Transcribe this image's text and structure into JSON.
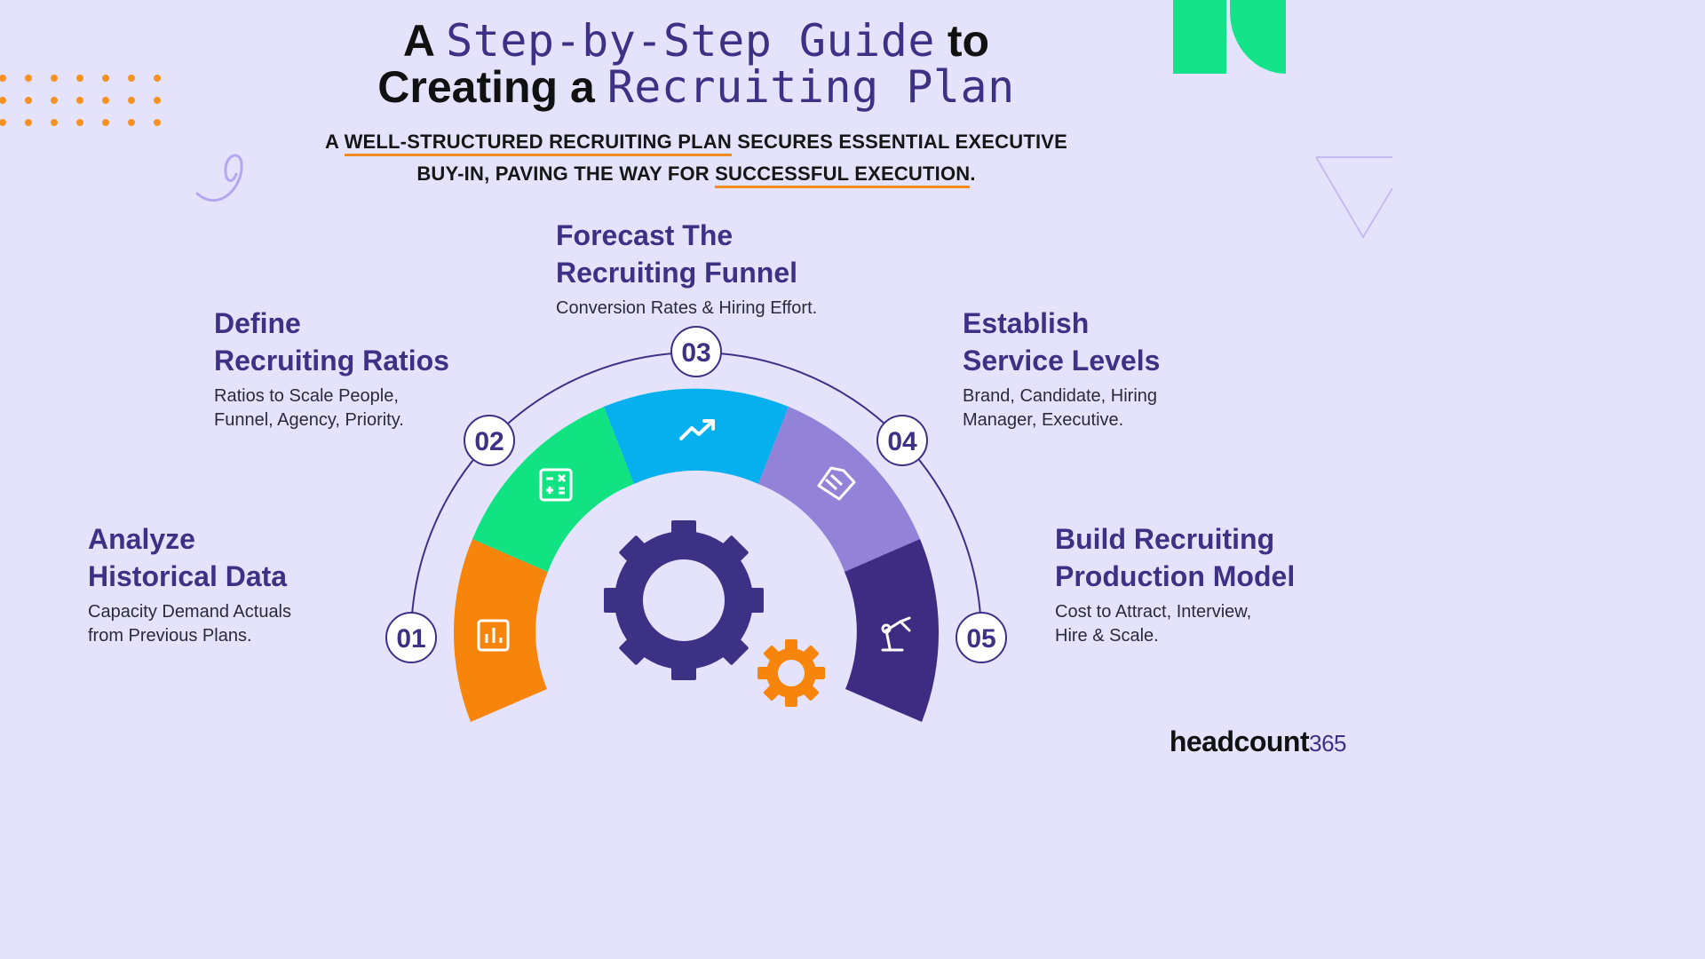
{
  "header": {
    "title_line1_pre": "A",
    "title_line1_accent": "Step-by-Step Guide",
    "title_line1_post": "to",
    "title_line2_pre": "Creating a",
    "title_line2_accent": "Recruiting Plan",
    "sub_l1_a": "A",
    "sub_l1_b": "WELL-STRUCTURED RECRUITING PLAN",
    "sub_l1_c": "SECURES ESSENTIAL EXECUTIVE",
    "sub_l2_a": "BUY-IN, PAVING THE WAY FOR",
    "sub_l2_b": "SUCCESSFUL EXECUTION",
    "sub_l2_c": "."
  },
  "steps": [
    {
      "num": "01",
      "title1": "Analyze",
      "title2": "Historical Data",
      "desc1": "Capacity Demand Actuals",
      "desc2": "from Previous Plans.",
      "icon": "bar-chart-icon",
      "color": "#f7850b"
    },
    {
      "num": "02",
      "title1": "Define",
      "title2": "Recruiting Ratios",
      "desc1": "Ratios to Scale People,",
      "desc2": "Funnel, Agency, Priority.",
      "icon": "calculator-icon",
      "color": "#11e382"
    },
    {
      "num": "03",
      "title1": "Forecast The",
      "title2": "Recruiting Funnel",
      "desc1": "Conversion Rates & Hiring Effort.",
      "desc2": "",
      "icon": "trending-up-icon",
      "color": "#06b0ef"
    },
    {
      "num": "04",
      "title1": "Establish",
      "title2": "Service Levels",
      "desc1": "Brand, Candidate, Hiring",
      "desc2": "Manager, Executive.",
      "icon": "handshake-icon",
      "color": "#9282d8"
    },
    {
      "num": "05",
      "title1": "Build Recruiting",
      "title2": "Production Model",
      "desc1": "Cost to Attract, Interview,",
      "desc2": "Hire & Scale.",
      "icon": "robot-arm-icon",
      "color": "#3e2c82"
    }
  ],
  "brand": {
    "name": "headcount",
    "suffix": "365"
  },
  "colors": {
    "background": "#e5e3fc",
    "accent": "#3d3185",
    "orange": "#f58a1f",
    "green": "#11e382"
  }
}
